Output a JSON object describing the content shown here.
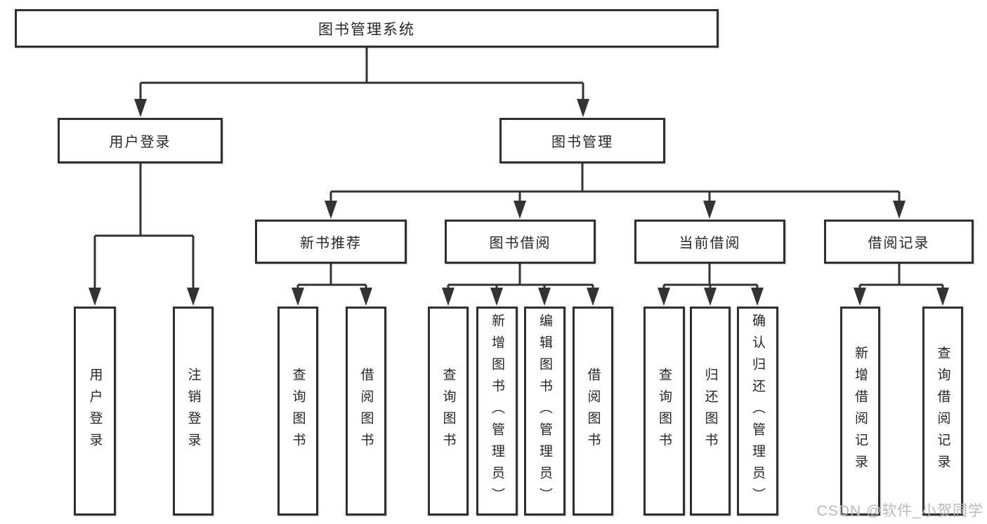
{
  "tree": {
    "root": "图书管理系统",
    "l2": [
      {
        "label": "用户登录",
        "leaves": [
          "用户登录",
          "注销登录"
        ]
      },
      {
        "label": "图书管理",
        "groups": [
          {
            "label": "新书推荐",
            "leaves": [
              "查询图书",
              "借阅图书"
            ]
          },
          {
            "label": "图书借阅",
            "leaves": [
              "查询图书",
              "新增图书（管理员）",
              "编辑图书（管理员）",
              "借阅图书"
            ]
          },
          {
            "label": "当前借阅",
            "leaves": [
              "查询图书",
              "归还图书",
              "确认归还（管理员）"
            ]
          },
          {
            "label": "借阅记录",
            "leaves": [
              "新增借阅记录",
              "查询借阅记录"
            ]
          }
        ]
      }
    ]
  },
  "watermark": "CSDN @软件_小贺同学",
  "colors": {
    "line": "#333333",
    "box_border": "#2f2f2f",
    "text": "#262626",
    "watermark": "#b9b9b9",
    "background": "#ffffff"
  }
}
